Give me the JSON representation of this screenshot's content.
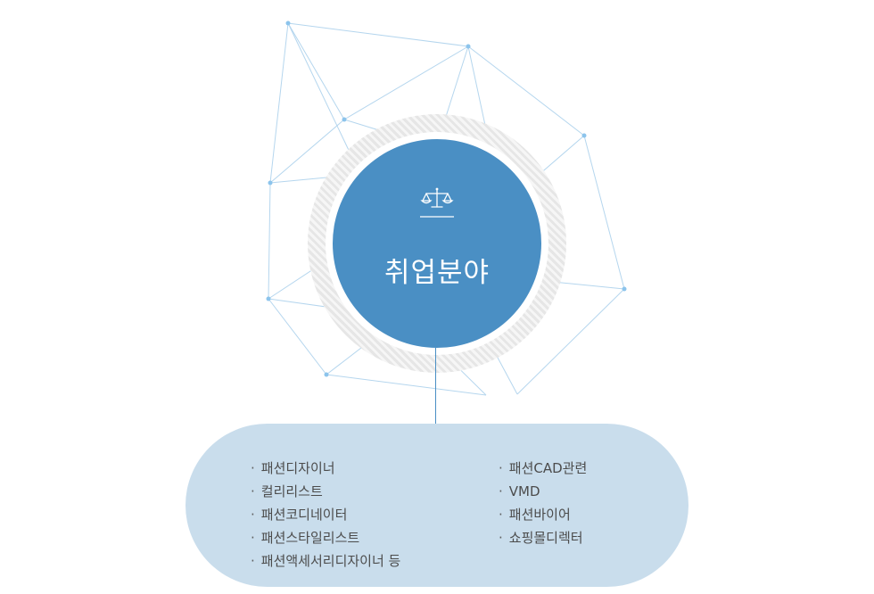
{
  "center": {
    "title": "취업분야",
    "icon": "balance-scale-icon"
  },
  "careers": {
    "left": [
      "패션디자이너",
      "컬리리스트",
      "패션코디네이터",
      "패션스타일리스트",
      "패션액세서리디자이너 등"
    ],
    "right": [
      "패션CAD관련",
      "VMD",
      "패션바이어",
      "쇼핑몰디렉터"
    ]
  },
  "colors": {
    "circle": "#4a8fc4",
    "panel": "#c9ddec",
    "network_line": "#b5d6ee",
    "network_node": "#8cc4ec"
  }
}
